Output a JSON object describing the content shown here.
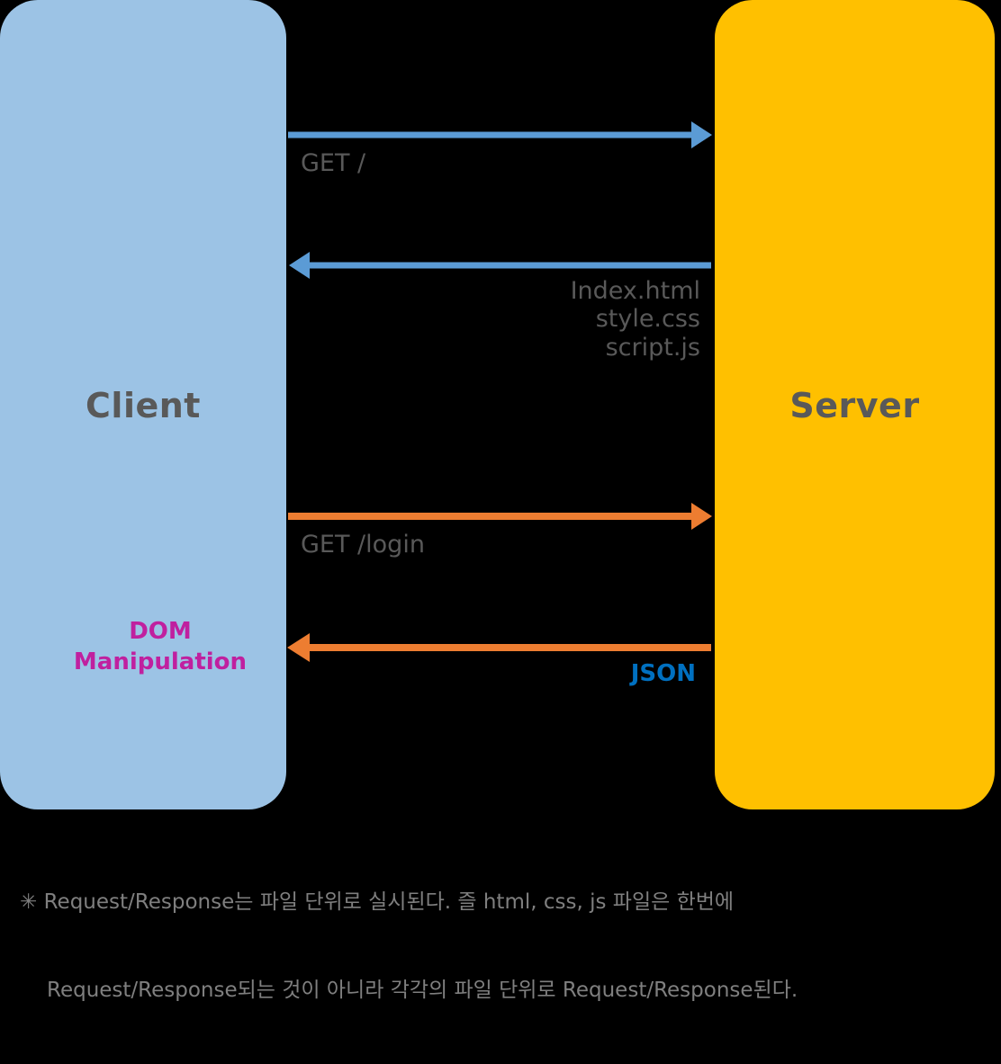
{
  "diagram": {
    "title": "Client-Server Request/Response Flow",
    "colors": {
      "background": "#000000",
      "client_panel": "#9CC3E5",
      "server_panel": "#FFC000",
      "arrow_blue": "#5B9BD5",
      "arrow_orange": "#ED7D31",
      "label_gray": "#595959",
      "dom_magenta": "#C0209F",
      "json_blue": "#0070C0",
      "footnote_gray": "#7F7F7F"
    },
    "client": {
      "label": "Client"
    },
    "server": {
      "label": "Server"
    },
    "messages": [
      {
        "id": "get-root",
        "label": "GET /",
        "direction": "client-to-server",
        "color": "#5B9BD5"
      },
      {
        "id": "static-files",
        "label": "Index.html\nstyle.css\nscript.js",
        "lines": [
          "Index.html",
          "style.css",
          "script.js"
        ],
        "direction": "server-to-client",
        "color": "#5B9BD5"
      },
      {
        "id": "get-login",
        "label": "GET /login",
        "direction": "client-to-server",
        "color": "#ED7D31"
      },
      {
        "id": "json-response",
        "label": "JSON",
        "direction": "server-to-client",
        "color": "#ED7D31"
      }
    ],
    "annotations": {
      "dom_manipulation": "DOM\nManipulation",
      "dom_manipulation_lines": [
        "DOM",
        "Manipulation"
      ]
    },
    "footnote": {
      "bullet": "✳",
      "line1": "Request/Response는 파일 단위로 실시된다. 즐 html, css, js 파일은 한번에",
      "line2": "Request/Response되는 것이 아니라 각각의 파일 단위로 Request/Response된다."
    }
  }
}
